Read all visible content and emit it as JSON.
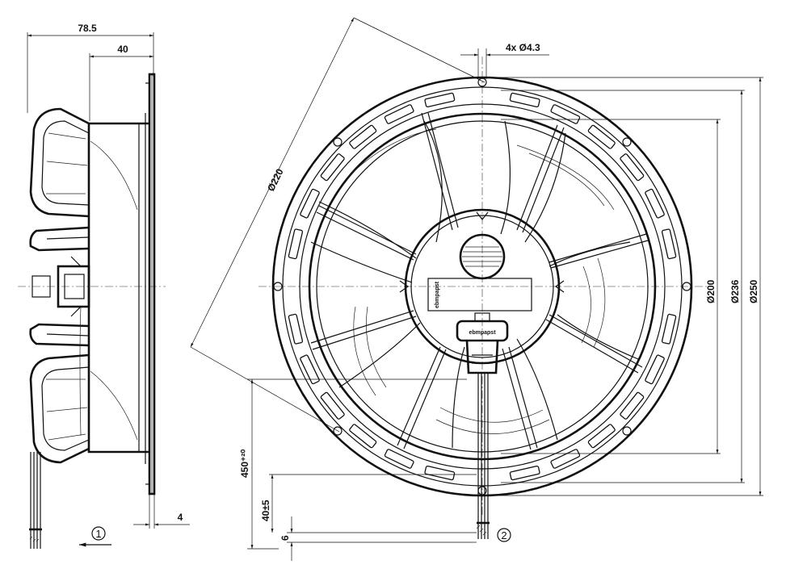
{
  "side_view": {
    "dim_overall_depth": "78.5",
    "dim_motor_depth": "40",
    "dim_flange": "4",
    "callout_view": "1"
  },
  "front_view": {
    "dim_holes": "4x Ø4.3",
    "dim_bolt_circle": "Ø220",
    "dim_inner": "Ø200",
    "dim_mid": "Ø236",
    "dim_outer": "Ø250",
    "dim_cable_length": "450⁺²⁰",
    "dim_strip_length": "40±5",
    "dim_end_strip": "6",
    "callout_view": "2",
    "brand_label": "ebmpapst"
  }
}
